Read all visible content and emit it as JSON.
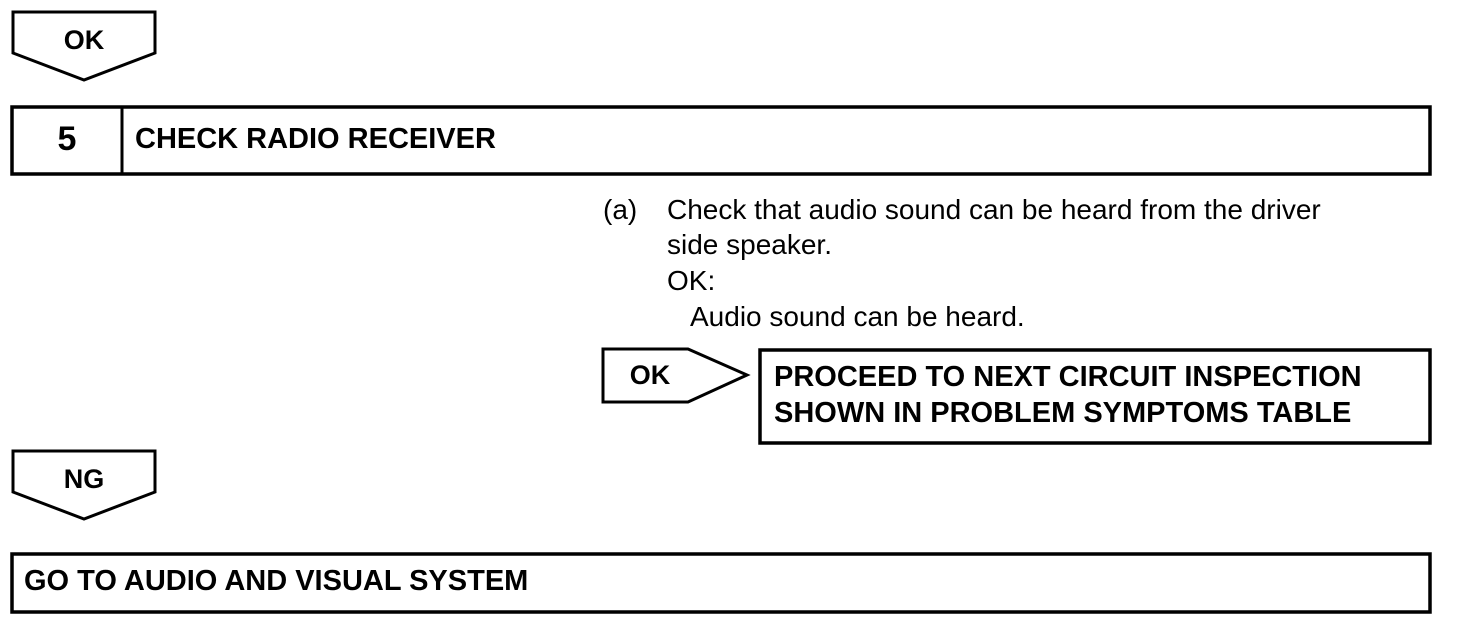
{
  "top_arrow": {
    "label": "OK"
  },
  "step": {
    "number": "5",
    "title": "CHECK RADIO RECEIVER"
  },
  "instruction": {
    "marker": "(a)",
    "line1": "Check that audio sound can be heard from the driver",
    "line2": "side speaker.",
    "ok_label": "OK:",
    "ok_result": "Audio sound can be heard."
  },
  "ok_branch": {
    "arrow_label": "OK",
    "result_line1": "PROCEED TO NEXT CIRCUIT INSPECTION",
    "result_line2": "SHOWN IN PROBLEM SYMPTOMS TABLE"
  },
  "ng_arrow": {
    "label": "NG"
  },
  "final_box": {
    "text": "GO TO AUDIO AND VISUAL SYSTEM"
  }
}
